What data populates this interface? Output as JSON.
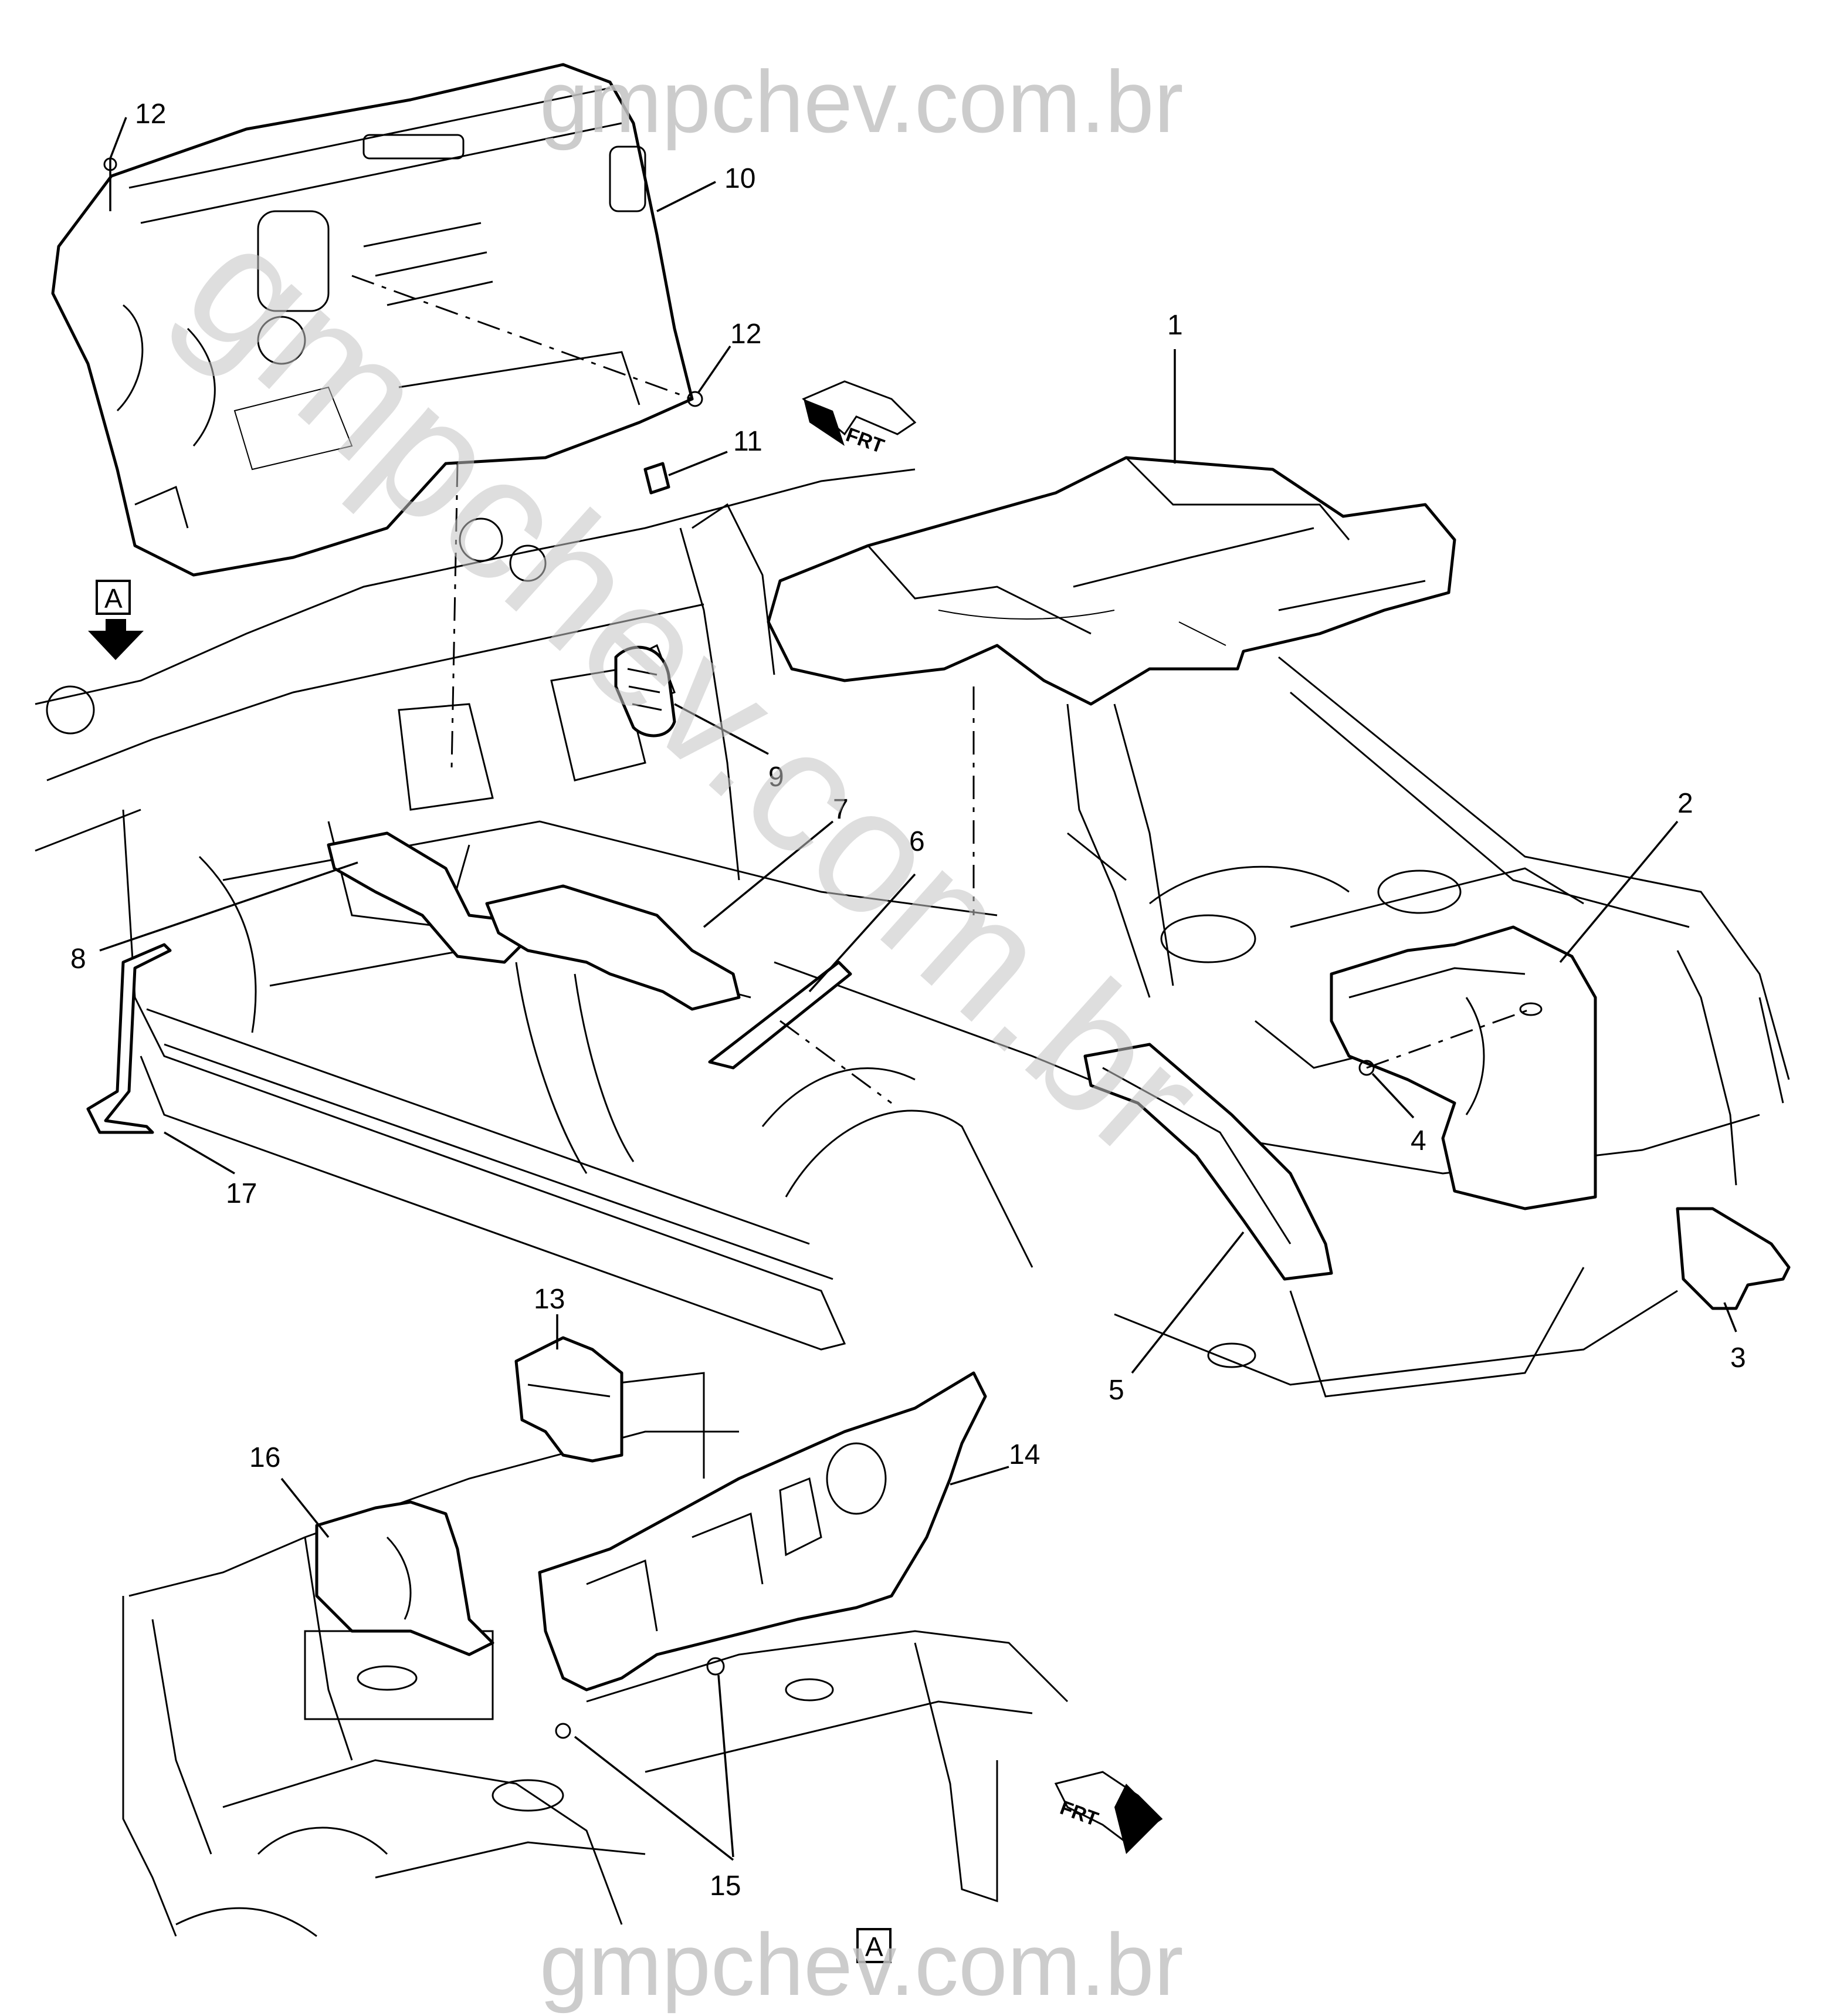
{
  "watermark": {
    "top": "gmpchev.com.br",
    "bottom": "gmpchev.com.br",
    "diagonal": "gmpchev.com.br"
  },
  "view_marker": {
    "letter": "A"
  },
  "direction_marker": {
    "label": "FRT"
  },
  "callouts": {
    "c1": "1",
    "c2": "2",
    "c3": "3",
    "c4": "4",
    "c5": "5",
    "c6": "6",
    "c7": "7",
    "c8": "8",
    "c9": "9",
    "c10": "10",
    "c11": "11",
    "c12a": "12",
    "c12b": "12",
    "c13": "13",
    "c14": "14",
    "c15": "15",
    "c16": "16",
    "c17": "17"
  },
  "colors": {
    "line": "#000000",
    "watermark": "#c4c4c4",
    "background": "#ffffff"
  }
}
